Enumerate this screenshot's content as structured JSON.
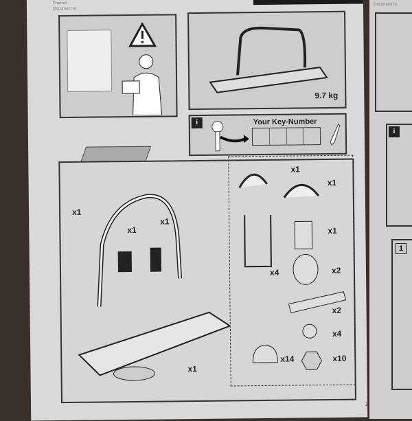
{
  "header": {
    "product_label": "Product",
    "document_label": "Document nr.",
    "right_document_label": "Document nr."
  },
  "weight_panel": {
    "weight": "9.7 kg"
  },
  "key_panel": {
    "badge": "i",
    "title": "Your Key-Number"
  },
  "right_panel": {
    "badge": "i",
    "step": "1"
  },
  "parts": [
    {
      "name": "arch",
      "qty": "x1"
    },
    {
      "name": "wheel-holder-left",
      "qty": "x1"
    },
    {
      "name": "wheel-holder-right",
      "qty": "x1"
    },
    {
      "name": "clamp-a",
      "qty": "x1"
    },
    {
      "name": "clamp-b",
      "qty": "x1"
    },
    {
      "name": "strap",
      "qty": "x1"
    },
    {
      "name": "u-bolt",
      "qty": "x4"
    },
    {
      "name": "sleeve",
      "qty": "x2"
    },
    {
      "name": "bolt",
      "qty": "x2"
    },
    {
      "name": "washer",
      "qty": "x4"
    },
    {
      "name": "cap",
      "qty": "x14"
    },
    {
      "name": "nut",
      "qty": "x10"
    },
    {
      "name": "carrier-frame",
      "qty": "x1"
    }
  ],
  "page_number": "2"
}
